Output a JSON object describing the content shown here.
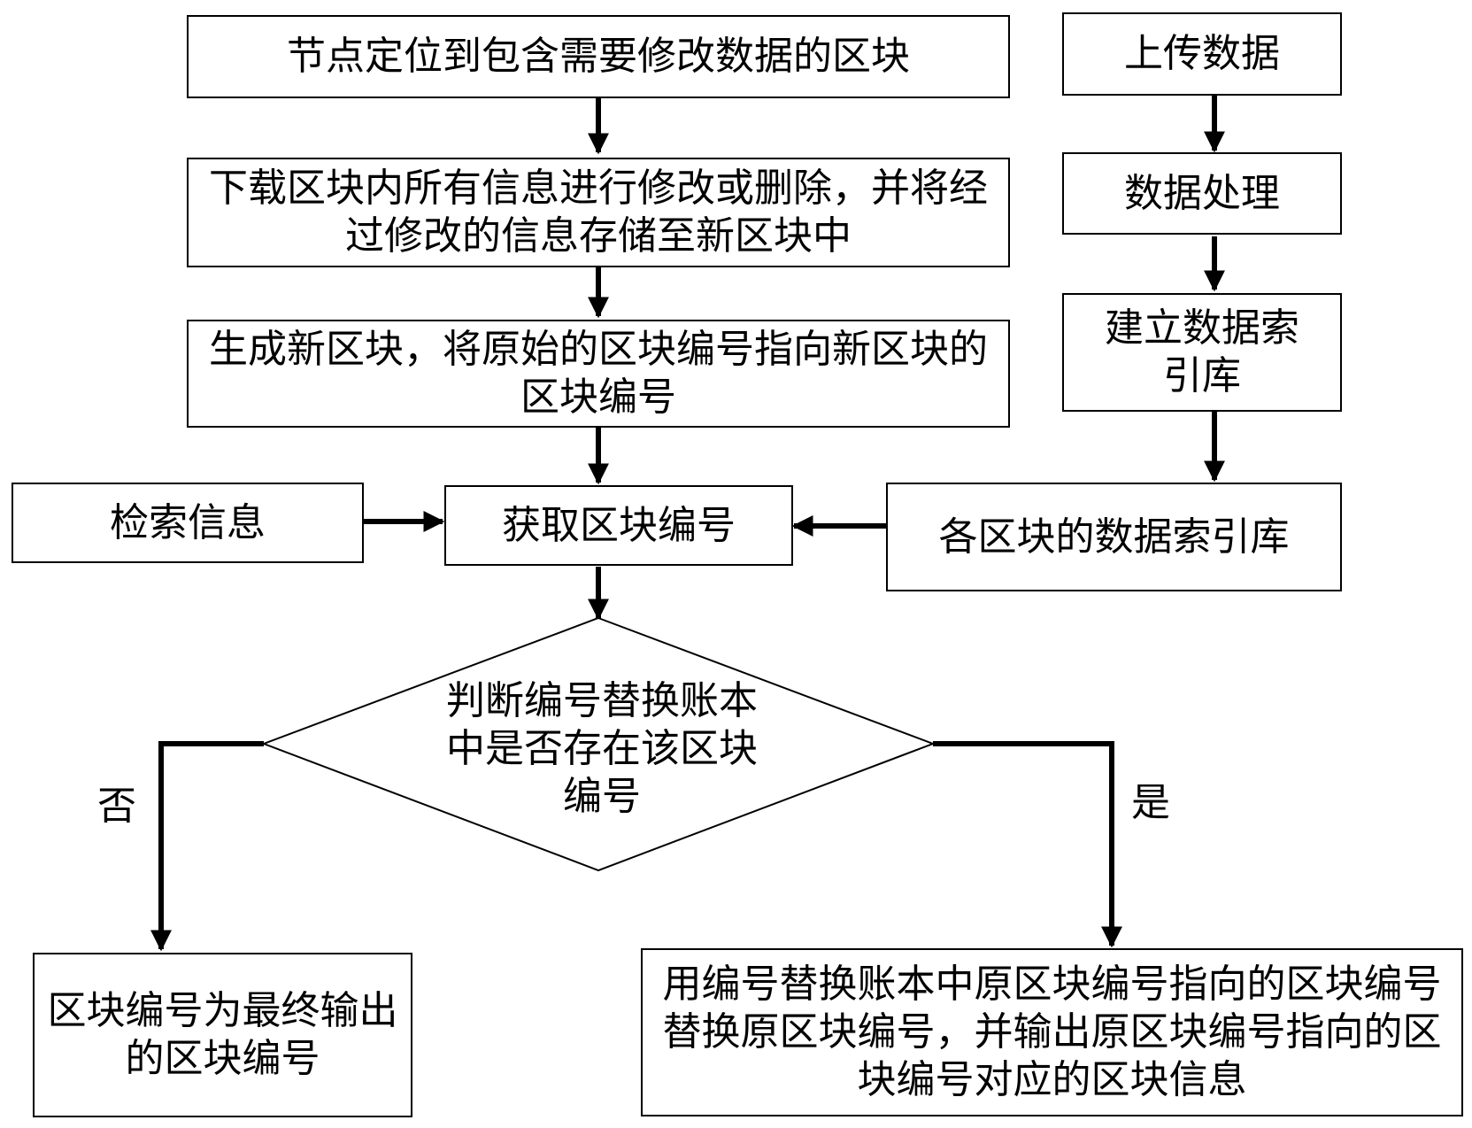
{
  "diagram": {
    "nodes": {
      "locate": "节点定位到包含需要修改数据的区块",
      "download": "下载区块内所有信息进行修改或删除，并将经过修改的信息存储至新区块中",
      "generate": "生成新区块，将原始的区块编号指向新区块的区块编号",
      "upload": "上传数据",
      "process": "数据处理",
      "build_index": "建立数据索引库",
      "retrieve": "检索信息",
      "get_id": "获取区块编号",
      "index_lib": "各区块的数据索引库",
      "decision": "判断编号替换账本中是否存在该区块编号",
      "final_output": "区块编号为最终输出的区块编号",
      "replace": "用编号替换账本中原区块编号指向的区块编号替换原区块编号，并输出原区块编号指向的区块编号对应的区块信息"
    },
    "branch_labels": {
      "no": "否",
      "yes": "是"
    }
  }
}
